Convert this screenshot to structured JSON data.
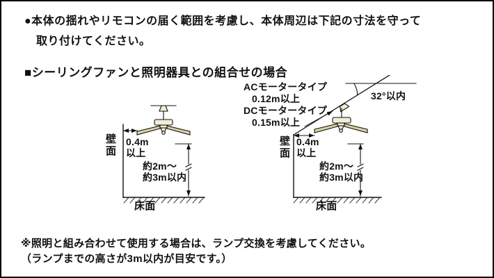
{
  "intro": {
    "line1": "●本体の揺れやリモコンの届く範囲を考慮し、本体周辺は下記の寸法を守って",
    "line2": "取り付けてください。"
  },
  "section_title": "■シーリングファンと照明器具との組合せの場合",
  "left_diagram": {
    "wall_label": "壁面",
    "wall_clearance": "0.4m\n以上",
    "floor_clearance": "約2m〜\n約3m以内",
    "floor_label": "床面"
  },
  "right_diagram": {
    "ac_motor_label": "ACモータータイプ",
    "ac_motor_clearance": "0.12m以上",
    "dc_motor_label": "DCモータータイプ",
    "dc_motor_clearance": "0.15m以上",
    "ceiling_angle": "32°以内",
    "wall_label": "壁面",
    "wall_clearance": "0.4m\n以上",
    "floor_clearance": "約2m〜\n約3m以内",
    "floor_label": "床面"
  },
  "note": {
    "line1": "※照明と組み合わせて使用する場合は、ランプ交換を考慮してください。",
    "line2": "（ランプまでの高さが3m以内が目安です。）"
  },
  "colors": {
    "line": "#111111",
    "fan_body": "#f2ecd6",
    "fan_blade": "#d9cfa2"
  }
}
